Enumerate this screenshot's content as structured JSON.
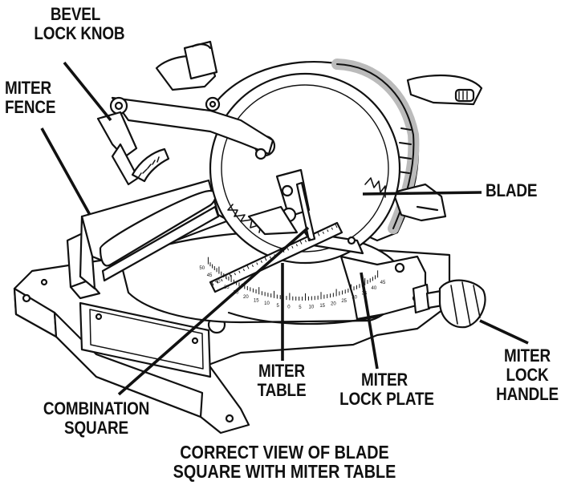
{
  "labels": {
    "bevel_lock_knob": [
      "BEVEL",
      "LOCK KNOB"
    ],
    "miter_fence": [
      "MITER",
      "FENCE"
    ],
    "blade": "BLADE",
    "miter_table": [
      "MITER",
      "TABLE"
    ],
    "miter_lock_plate": [
      "MITER",
      "LOCK PLATE"
    ],
    "miter_lock_handle": [
      "MITER",
      "LOCK",
      "HANDLE"
    ],
    "combination_square": [
      "COMBINATION",
      "SQUARE"
    ]
  },
  "caption": [
    "CORRECT VIEW OF BLADE",
    "SQUARE WITH MITER TABLE"
  ],
  "scale_numbers": [
    "50",
    "45",
    "40",
    "35",
    "30",
    "20",
    "15",
    "10",
    "5",
    "0",
    "5",
    "10",
    "15",
    "20",
    "25",
    "30",
    "35",
    "40",
    "45"
  ],
  "colors": {
    "ink": "#111111",
    "background": "#ffffff"
  }
}
